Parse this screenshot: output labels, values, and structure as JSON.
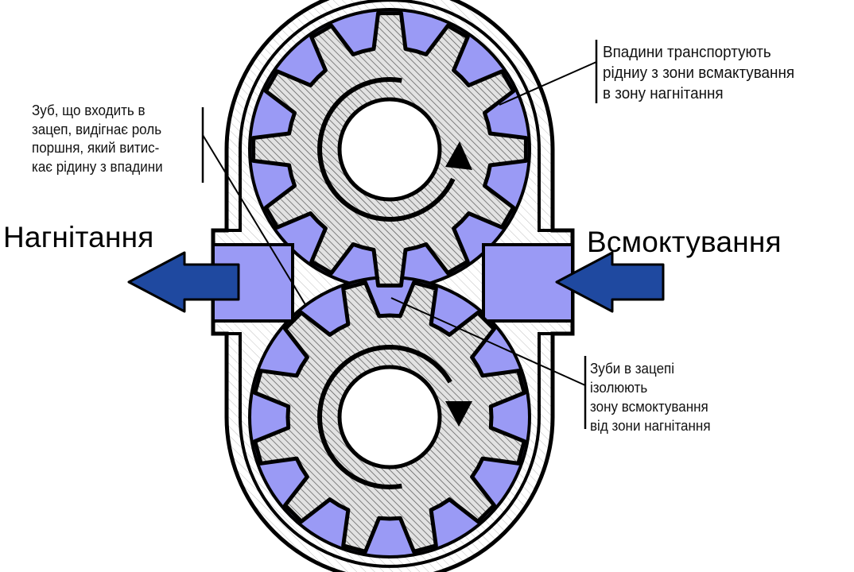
{
  "labels": {
    "discharge": "Нагнітання",
    "suction": "Всмоктування"
  },
  "notes": {
    "tooth_piston": [
      "Зуб, що входить в",
      "зацеп, видігнає роль",
      "поршня, який витис-",
      "кає рідину з впадини"
    ],
    "cavities_transport": [
      "Впадини транспортують",
      "рідниу з зони всмактування",
      "в зону нагнітання"
    ],
    "teeth_isolate": [
      "Зуби в зацепі",
      "ізолюють",
      "зону всмоктування",
      "від зони нагнітання"
    ]
  },
  "colors": {
    "fluid": "#9a9af5",
    "arrow_fill": "#1f49a0",
    "outline": "#000000",
    "gear_fill": "#dedede"
  },
  "icons": {
    "discharge_arrow": "arrow-left-icon",
    "suction_arrow": "arrow-left-icon",
    "upper_rotation": "rotation-arrow-icon",
    "lower_rotation": "rotation-arrow-icon"
  },
  "gears": {
    "teeth_per_gear": 12
  }
}
